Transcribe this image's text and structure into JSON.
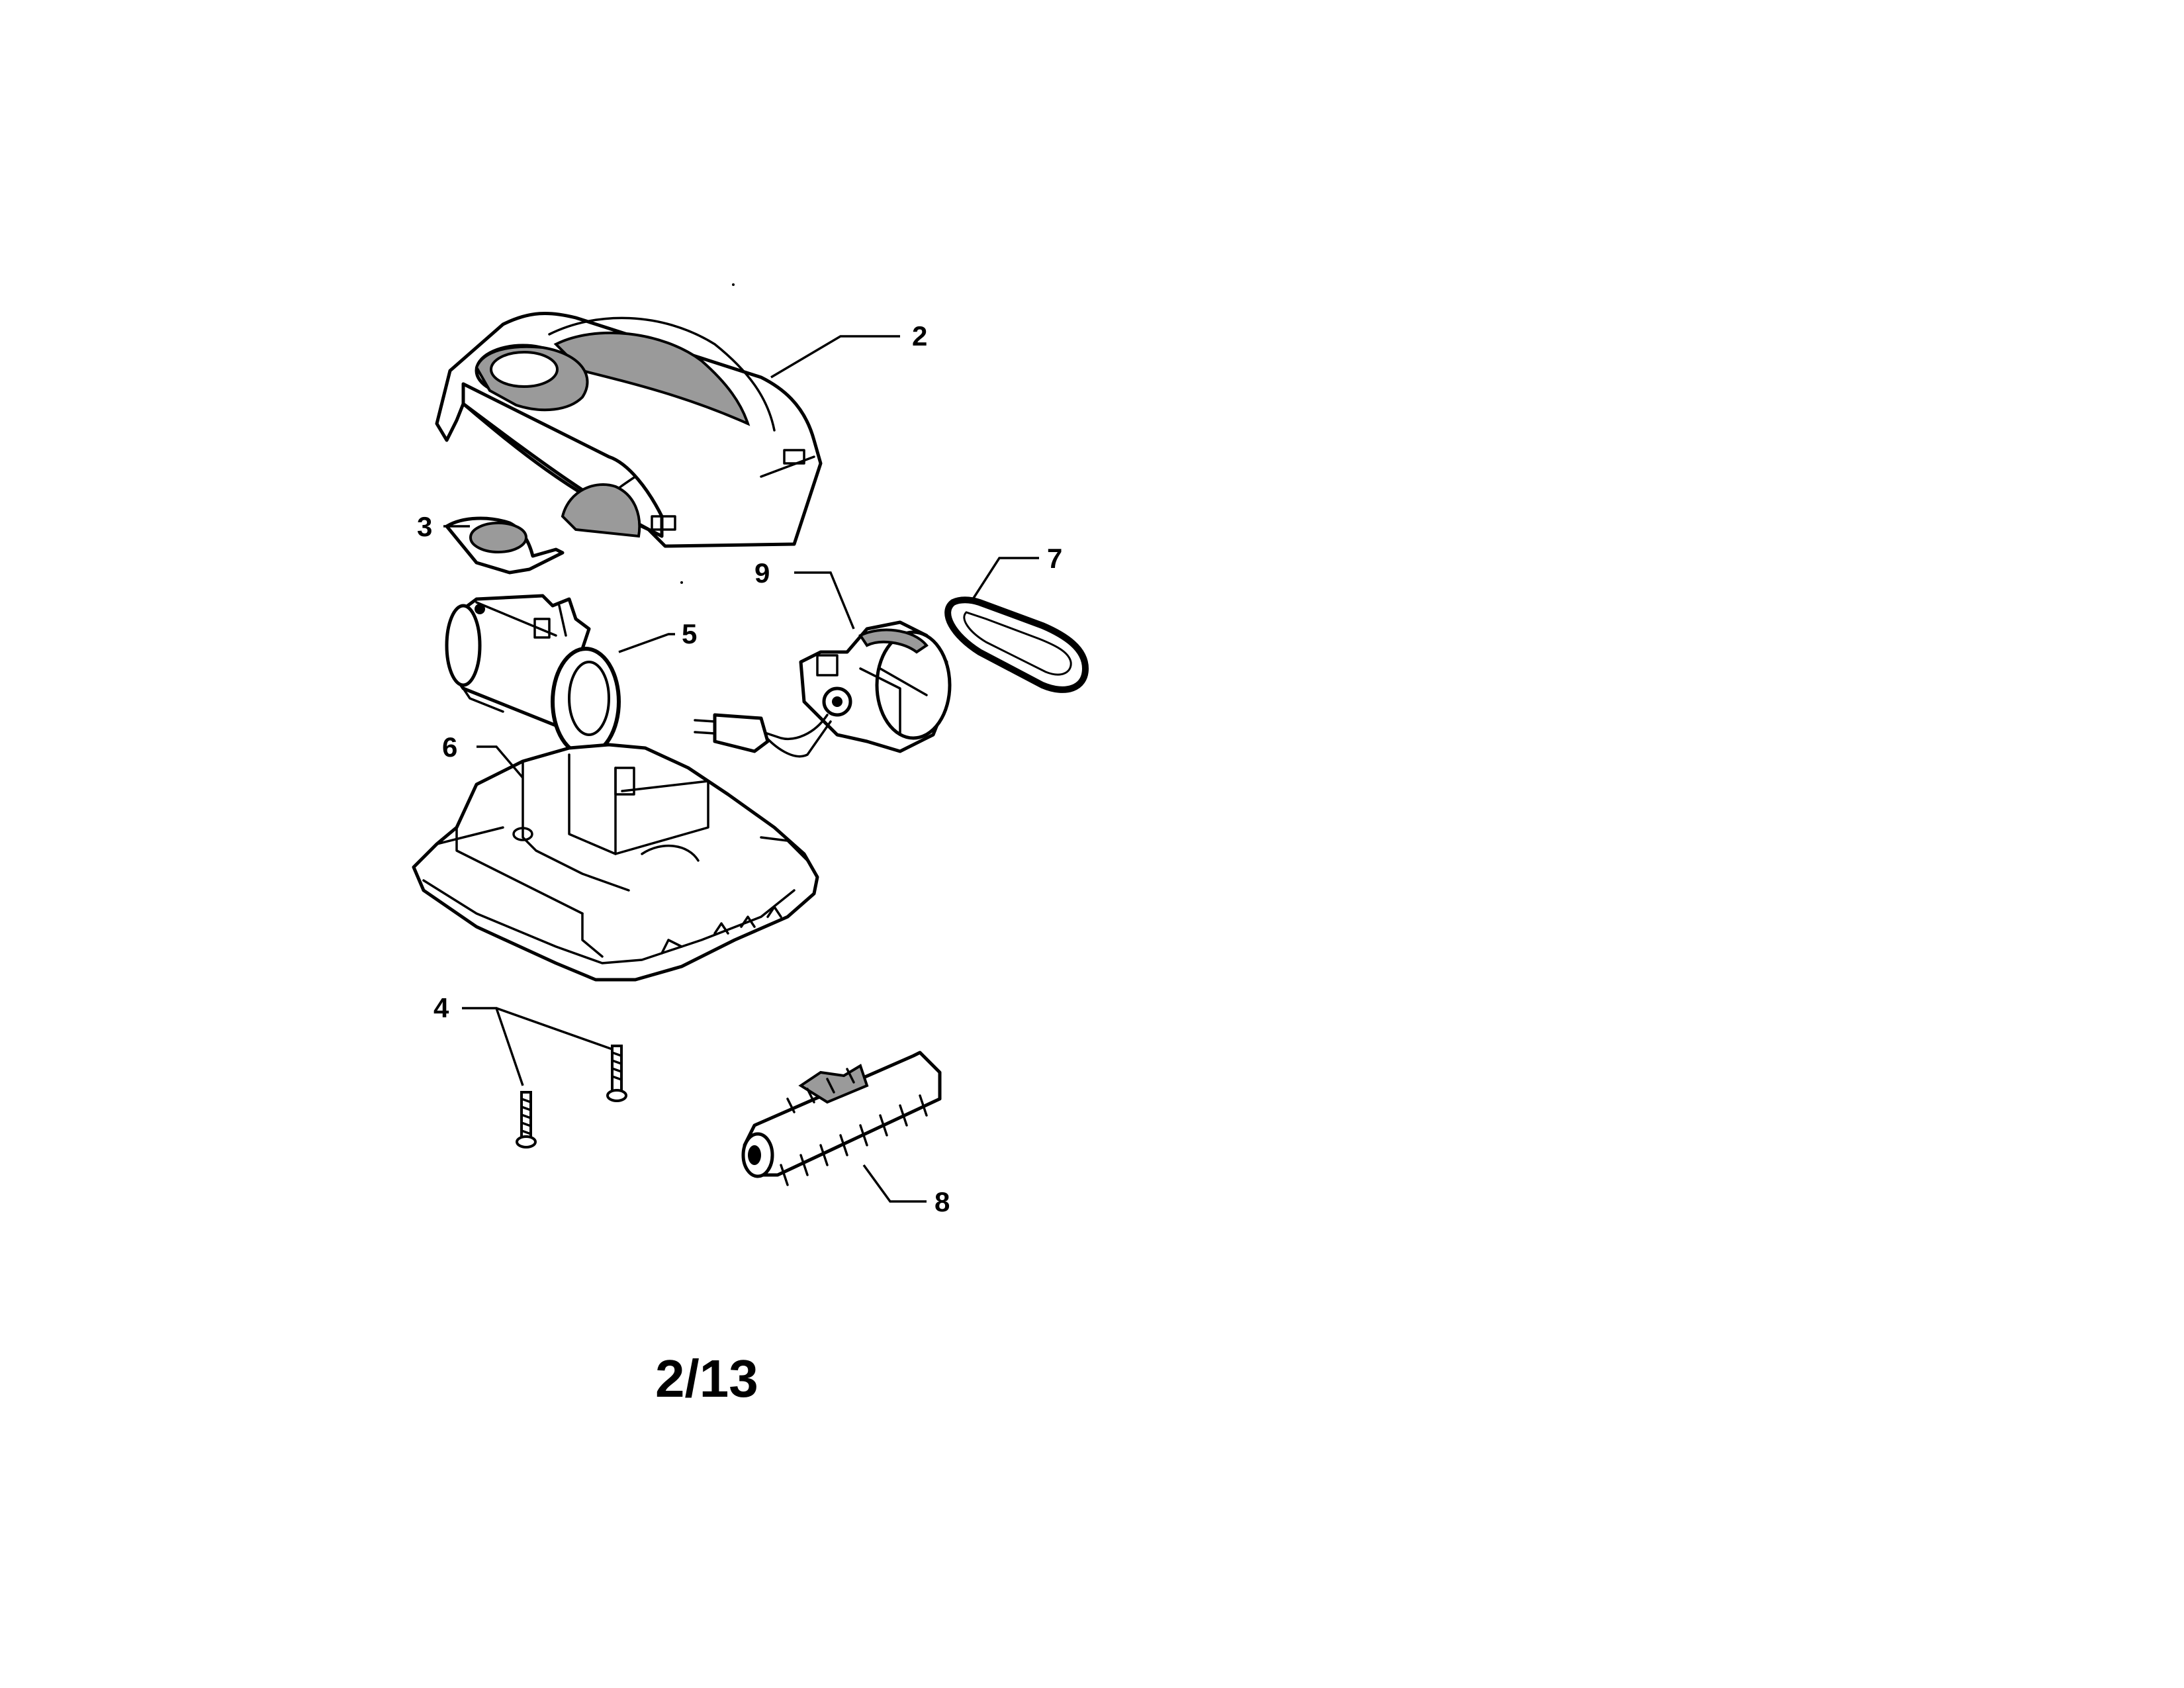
{
  "diagram": {
    "page_number": "2/13",
    "callouts": [
      {
        "id": "2",
        "label": "2",
        "part": "hood-cover"
      },
      {
        "id": "3",
        "label": "3",
        "part": "bumper-pad"
      },
      {
        "id": "4",
        "label": "4",
        "part": "screws"
      },
      {
        "id": "5",
        "label": "5",
        "part": "fan-housing"
      },
      {
        "id": "6",
        "label": "6",
        "part": "base-housing"
      },
      {
        "id": "7",
        "label": "7",
        "part": "drive-belt"
      },
      {
        "id": "8",
        "label": "8",
        "part": "brush-roll"
      },
      {
        "id": "9",
        "label": "9",
        "part": "motor-assembly"
      }
    ]
  }
}
